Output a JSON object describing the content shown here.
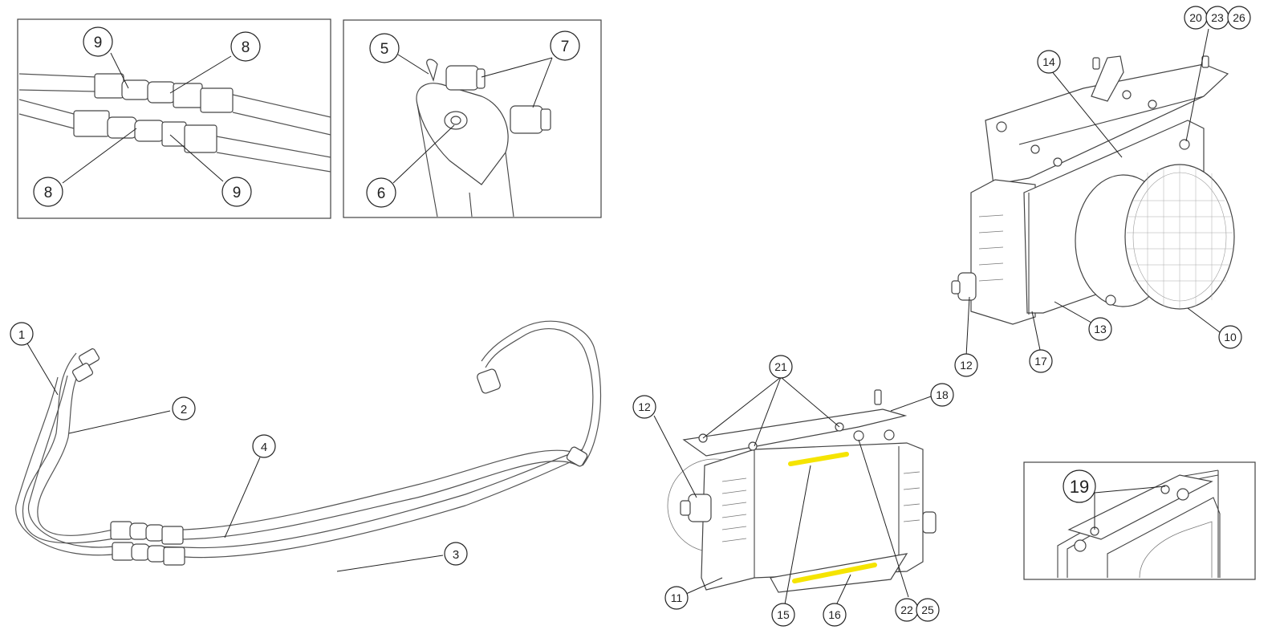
{
  "callouts": {
    "c1": "1",
    "c2": "2",
    "c3": "3",
    "c4": "4",
    "c5": "5",
    "c6": "6",
    "c7": "7",
    "c8a": "8",
    "c8b": "8",
    "c9a": "9",
    "c9b": "9",
    "c10": "10",
    "c11": "11",
    "c12a": "12",
    "c12b": "12",
    "c13": "13",
    "c14": "14",
    "c15": "15",
    "c16": "16",
    "c17": "17",
    "c18": "18",
    "c19": "19",
    "c20": "20",
    "c21": "21",
    "c22": "22",
    "c23": "23",
    "c25": "25",
    "c26": "26"
  },
  "highlight_color": "#f5e400"
}
